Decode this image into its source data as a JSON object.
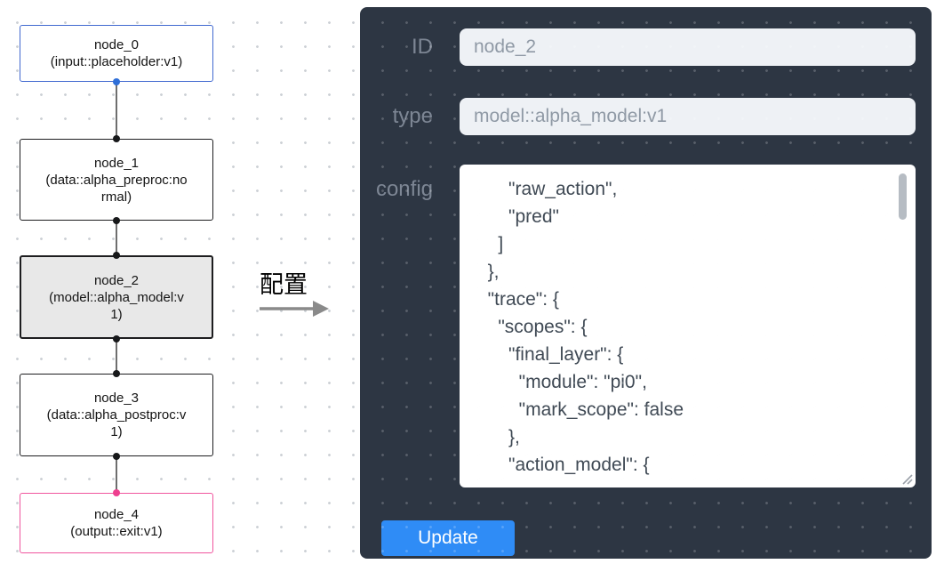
{
  "flowchart": {
    "nodes": [
      {
        "id": "node_0",
        "type_label": "(input::placeholder:v1)",
        "variant": "input"
      },
      {
        "id": "node_1",
        "type_label": "(data::alpha_preproc:normal)",
        "variant": "default"
      },
      {
        "id": "node_2",
        "type_label": "(model::alpha_model:v1)",
        "variant": "selected"
      },
      {
        "id": "node_3",
        "type_label": "(data::alpha_postproc:v1)",
        "variant": "default"
      },
      {
        "id": "node_4",
        "type_label": "(output::exit:v1)",
        "variant": "output"
      }
    ],
    "colors": {
      "input_node_border": "#4169d0",
      "default_node_border": "#1d1d1f",
      "selected_node_bg": "#e8e8e8",
      "output_node_border": "#f0559e",
      "input_port": "#2f6fd8",
      "default_port": "#17181a",
      "output_port": "#ee3f8f"
    }
  },
  "transition": {
    "label": "配置"
  },
  "panel": {
    "bg_color": "#2d3643",
    "accent_color": "#2f8cf6",
    "id_field": {
      "label": "ID",
      "value": "node_2"
    },
    "type_field": {
      "label": "type",
      "value": "model::alpha_model:v1"
    },
    "config_field": {
      "label": "config",
      "value": "      \"raw_action\",\n      \"pred\"\n    ]\n  },\n  \"trace\": {\n    \"scopes\": {\n      \"final_layer\": {\n        \"module\": \"pi0\",\n        \"mark_scope\": false\n      },\n      \"action_model\": {"
    },
    "update_label": "Update"
  }
}
